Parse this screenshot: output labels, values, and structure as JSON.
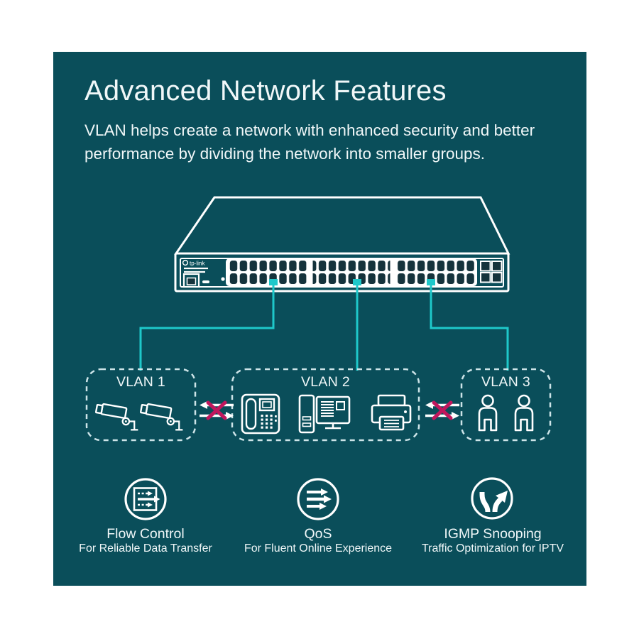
{
  "colors": {
    "page_background": "#ffffff",
    "panel_background": "#0a4e5a",
    "line_white": "#ffffff",
    "cable_cyan": "#1ec8ca",
    "dashed_border": "#cde4e8",
    "blocked_x_magenta": "#c0175d",
    "port_dark": "#15333c"
  },
  "header": {
    "title": "Advanced Network Features",
    "subtitle": "VLAN helps create a network with enhanced security and better performance by dividing the network into smaller groups."
  },
  "switch": {
    "brand": "tp-link",
    "total_rj45_ports": 48,
    "port_groups": 3,
    "sfp_ports": 4,
    "uplink_cables": 3
  },
  "vlans": [
    {
      "label": "VLAN 1",
      "devices": [
        "cctv-camera",
        "cctv-camera"
      ]
    },
    {
      "label": "VLAN 2",
      "devices": [
        "ip-phone",
        "desktop-computer",
        "printer"
      ]
    },
    {
      "label": "VLAN 3",
      "devices": [
        "person",
        "person"
      ]
    }
  ],
  "links": [
    {
      "between": [
        "VLAN 1",
        "VLAN 2"
      ],
      "status": "blocked"
    },
    {
      "between": [
        "VLAN 2",
        "VLAN 3"
      ],
      "status": "blocked"
    }
  ],
  "features": [
    {
      "icon": "flow-control-icon",
      "label": "Flow Control",
      "description": "For Reliable Data Transfer"
    },
    {
      "icon": "qos-icon",
      "label": "QoS",
      "description": "For Fluent Online Experience"
    },
    {
      "icon": "igmp-snooping-icon",
      "label": "IGMP Snooping",
      "description": "Traffic Optimization for IPTV"
    }
  ]
}
